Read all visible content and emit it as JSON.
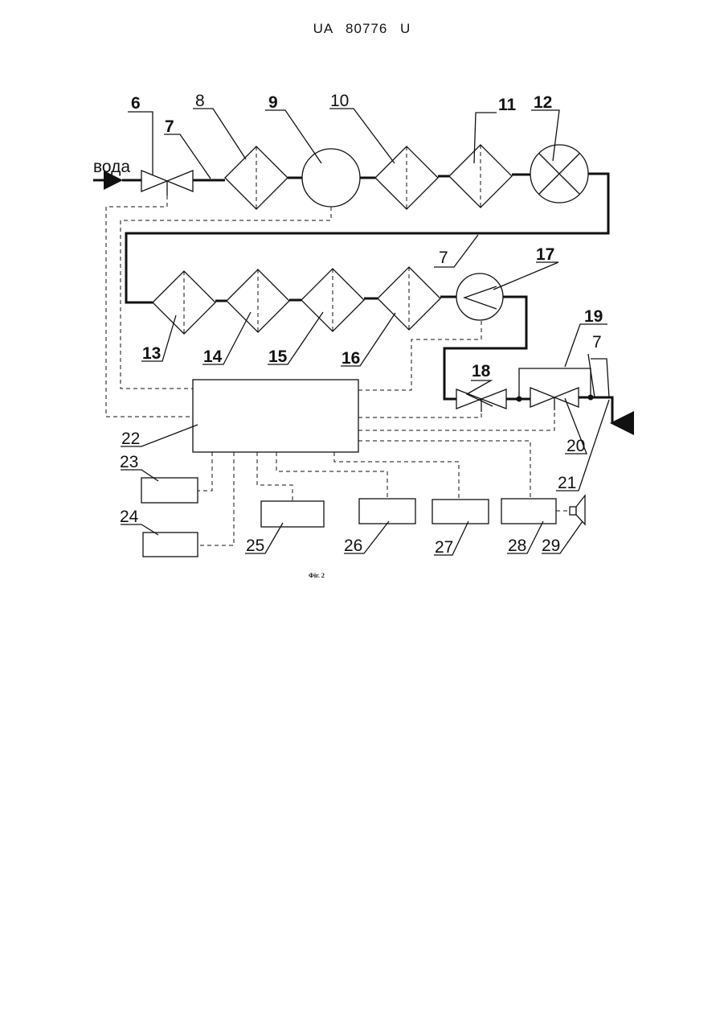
{
  "header": {
    "patent_number": "UA   80776   U"
  },
  "diagram": {
    "inlet_label": "вода",
    "caption": "Фіг. 2",
    "labels": {
      "l6": "6",
      "l7a": "7",
      "l8": "8",
      "l9": "9",
      "l10": "10",
      "l11": "11",
      "l12": "12",
      "l7b": "7",
      "l13": "13",
      "l14": "14",
      "l15": "15",
      "l16": "16",
      "l17": "17",
      "l18": "18",
      "l19": "19",
      "l7c": "7",
      "l20": "20",
      "l21": "21",
      "l22": "22",
      "l23": "23",
      "l24": "24",
      "l25": "25",
      "l26": "26",
      "l27": "27",
      "l28": "28",
      "l29": "29"
    }
  }
}
